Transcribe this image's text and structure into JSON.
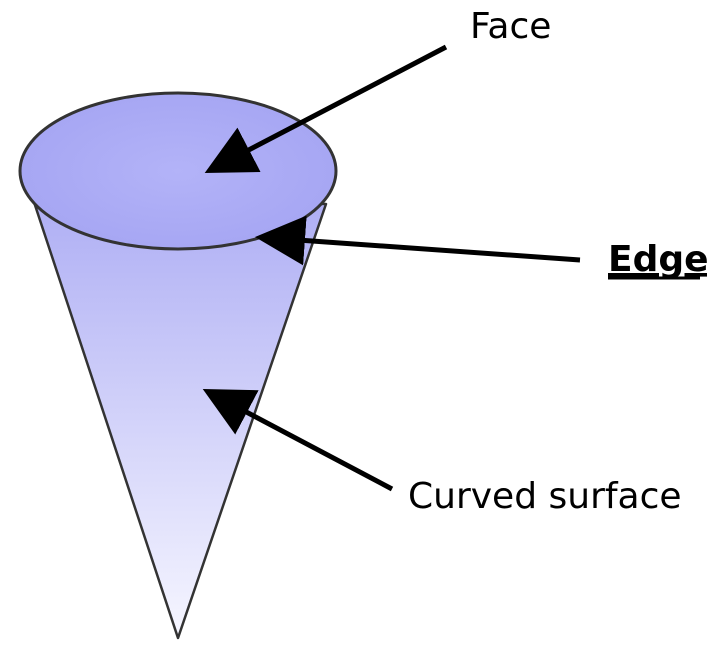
{
  "labels": {
    "face": "Face",
    "edge": "Edge",
    "curved_surface": "Curved surface"
  },
  "colors": {
    "top_face": "#aaaaf6",
    "body_top": "#aeaef4",
    "body_bottom": "#f6f6ff",
    "outline": "#333333",
    "arrow": "#000000"
  }
}
